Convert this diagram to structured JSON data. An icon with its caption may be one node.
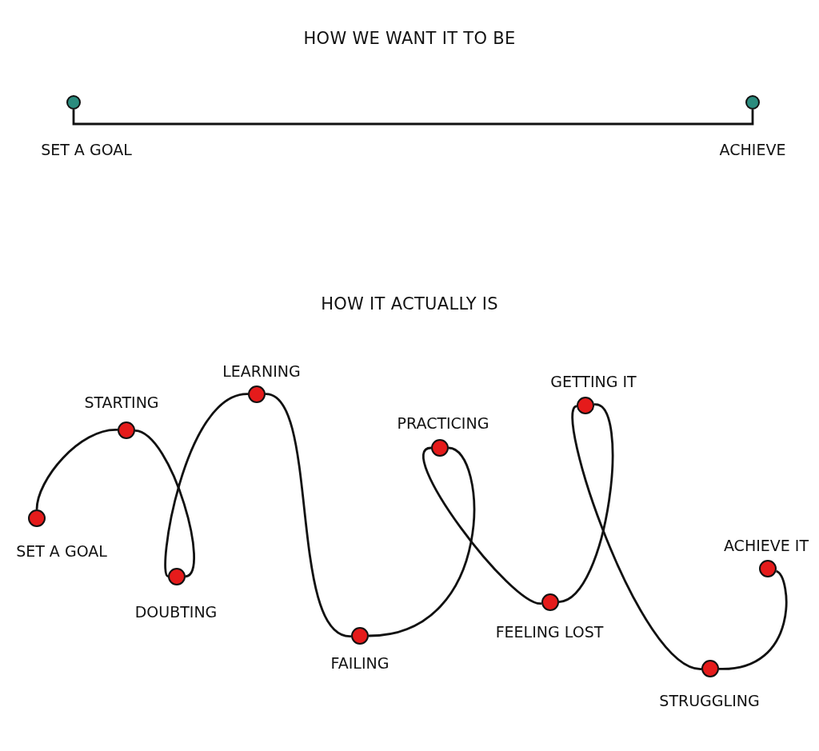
{
  "diagram": {
    "nodes": [
      {
        "text": [],
        "shape": "circle",
        "beside": [
          "SET A GOAL"
        ]
      },
      {
        "text": [],
        "shape": "circle",
        "beside": [
          "ACHIEVE"
        ]
      },
      {
        "text": [],
        "shape": "circle",
        "beside": [
          "SET A GOAL"
        ]
      },
      {
        "text": [],
        "shape": "circle",
        "beside": [
          "STARTING"
        ]
      },
      {
        "text": [],
        "shape": "circle",
        "beside": [
          "DOUBTING"
        ]
      },
      {
        "text": [],
        "shape": "circle",
        "beside": [
          "LEARNING"
        ]
      },
      {
        "text": [],
        "shape": "circle",
        "beside": [
          "FAILING"
        ]
      },
      {
        "text": [],
        "shape": "circle",
        "beside": [
          "PRACTICING"
        ]
      },
      {
        "text": [],
        "shape": "circle",
        "beside": [
          "FEELING LOST"
        ]
      },
      {
        "text": [],
        "shape": "circle",
        "beside": [
          "GETTING IT"
        ]
      },
      {
        "text": [],
        "shape": "circle",
        "beside": [
          "STRUGGLING"
        ]
      },
      {
        "text": [],
        "shape": "circle",
        "beside": [
          "ACHIEVE IT"
        ]
      }
    ],
    "edges": [
      {
        "from": 0,
        "to": 1,
        "arrow": "none"
      },
      {
        "from": 2,
        "to": 3,
        "arrow": "none"
      },
      {
        "from": 3,
        "to": 4,
        "arrow": "none"
      },
      {
        "from": 4,
        "to": 5,
        "arrow": "none"
      },
      {
        "from": 5,
        "to": 6,
        "arrow": "none"
      },
      {
        "from": 6,
        "to": 7,
        "arrow": "none"
      },
      {
        "from": 7,
        "to": 8,
        "arrow": "none"
      },
      {
        "from": 8,
        "to": 9,
        "arrow": "none"
      },
      {
        "from": 9,
        "to": 10,
        "arrow": "none"
      },
      {
        "from": 10,
        "to": 11,
        "arrow": "none"
      }
    ],
    "labels": [
      "HOW WE WANT IT TO BE",
      "HOW IT ACTUALLY IS"
    ]
  }
}
